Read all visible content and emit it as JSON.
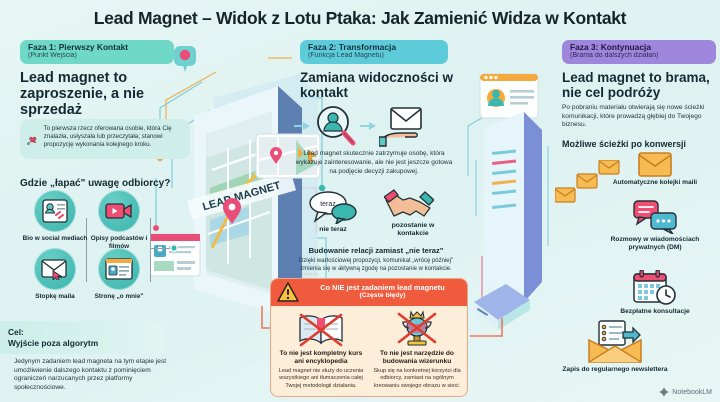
{
  "title": "Lead Magnet – Widok z Lotu Ptaka: Jak Zamienić Widza w Kontakt",
  "colors": {
    "background": "#e2f4f3",
    "phase1_badge": "#6fd8c8",
    "phase2_badge": "#5ecbdb",
    "phase3_badge": "#9e86dd",
    "warning_header": "#ef5b3c",
    "warning_body": "#fdeeda",
    "node_circle": "#39b3ad",
    "accent_pink": "#ef4d72",
    "accent_orange": "#f4a93c"
  },
  "phase1": {
    "badge_title": "Faza 1: Pierwszy Kontakt",
    "badge_subtitle": "(Punkt Wejścia)",
    "heading": "Lead magnet to zaproszenie, a nie sprzedaż",
    "info_icon": "heart-in-hand-icon",
    "info_text": "To pierwsza rzecz oferowana osobie, która Cię znalazła, usłyszała lub przeczytała; stanowi propozycję wykonania kolejnego kroku.",
    "channels_heading": "Gdzie „łapać\" uwagę odbiorcy?",
    "channels": [
      {
        "label": "Bio w social mediach",
        "icon": "profile-link-icon"
      },
      {
        "label": "Opisy podcastów i filmów",
        "icon": "video-camera-icon"
      },
      {
        "label": "Stopkę maila",
        "icon": "email-cursor-icon"
      },
      {
        "label": "Stronę „o mnie\"",
        "icon": "about-page-icon"
      }
    ],
    "goal_label": "Cel:",
    "goal_title": "Wyjście poza algorytm",
    "goal_text": "Jedynym zadaniem lead magneta na tym etapie jest umożliwienie dalszego kontaktu z pominięciem ograniczeń narzucanych przez platformy społecznościowe."
  },
  "phase2": {
    "badge_title": "Faza 2: Transformacja",
    "badge_subtitle": "(Funkcja Lead Magnetu)",
    "heading": "Zamiana widoczności w kontakt",
    "flow": [
      {
        "icon": "magnifier-person-icon",
        "name": "viewer"
      },
      {
        "icon": "envelope-in-hand-icon",
        "name": "contact"
      }
    ],
    "body_text": "Lead magnet skutecznie zatrzymuje osobę, która wykazuje zainteresowanie, ale nie jest jeszcze gotowa na podjęcie decyzji zakupowej.",
    "bubble_text": "teraz",
    "bubble_label_left": "nie teraz",
    "bubble_label_right": "pozostanie w kontakcie",
    "relation_heading": "Budowanie relacji zamiast „nie teraz\"",
    "relation_text": "Dzięki wartościowej propozycji, komunikat „wrócę później\" zmienia się w aktywną zgodę na pozostanie w kontakcie."
  },
  "warning": {
    "icon": "warning-triangle-icon",
    "header_line1": "Co NIE jest zadaniem lead magnetu",
    "header_line2": "(Częste błędy)",
    "items": [
      {
        "icon": "crossed-book-icon",
        "title": "To nie jest kompletny kurs ani encyklopedia",
        "text": "Lead magnet nie służy do uczenia wszystkiego ani tłumaczenia całej Twojej metodologii działania."
      },
      {
        "icon": "crossed-trophy-icon",
        "title": "To nie jest narzędzie do budowania wizerunku",
        "text": "Skup się na konkretnej korzyści dla odbiorcy, zamiast na ogólnym kreowaniu swojego obrazu w sieci."
      }
    ]
  },
  "phase3": {
    "badge_title": "Faza 3: Kontynuacja",
    "badge_subtitle": "(Brama do dalszych działań)",
    "heading": "Lead magnet to brama, nie cel podróży",
    "body_text": "Po pobraniu materiału otwierają się nowe ścieżki komunikacji, które prowadzą głębiej do Twojego biznesu.",
    "paths_heading": "Możliwe ścieżki po konwersji",
    "paths": [
      {
        "icon": "envelope-icon",
        "label": "Automatyczne kolejki maili"
      },
      {
        "icon": "chat-bubbles-icon",
        "label": "Rozmowy w wiadomościach prywatnych (DM)"
      },
      {
        "icon": "calendar-clock-icon",
        "label": "Bezpłatne konsultacje"
      },
      {
        "icon": "open-envelope-newsletter-icon",
        "label": "Zapis do regularnego newslettera"
      }
    ]
  },
  "center_illustration": {
    "phone_label": "LEAD MAGNET",
    "name": "isometric-phone-map-illustration"
  },
  "watermark": {
    "icon": "notebooklm-logo-icon",
    "label": "NotebookLM"
  }
}
